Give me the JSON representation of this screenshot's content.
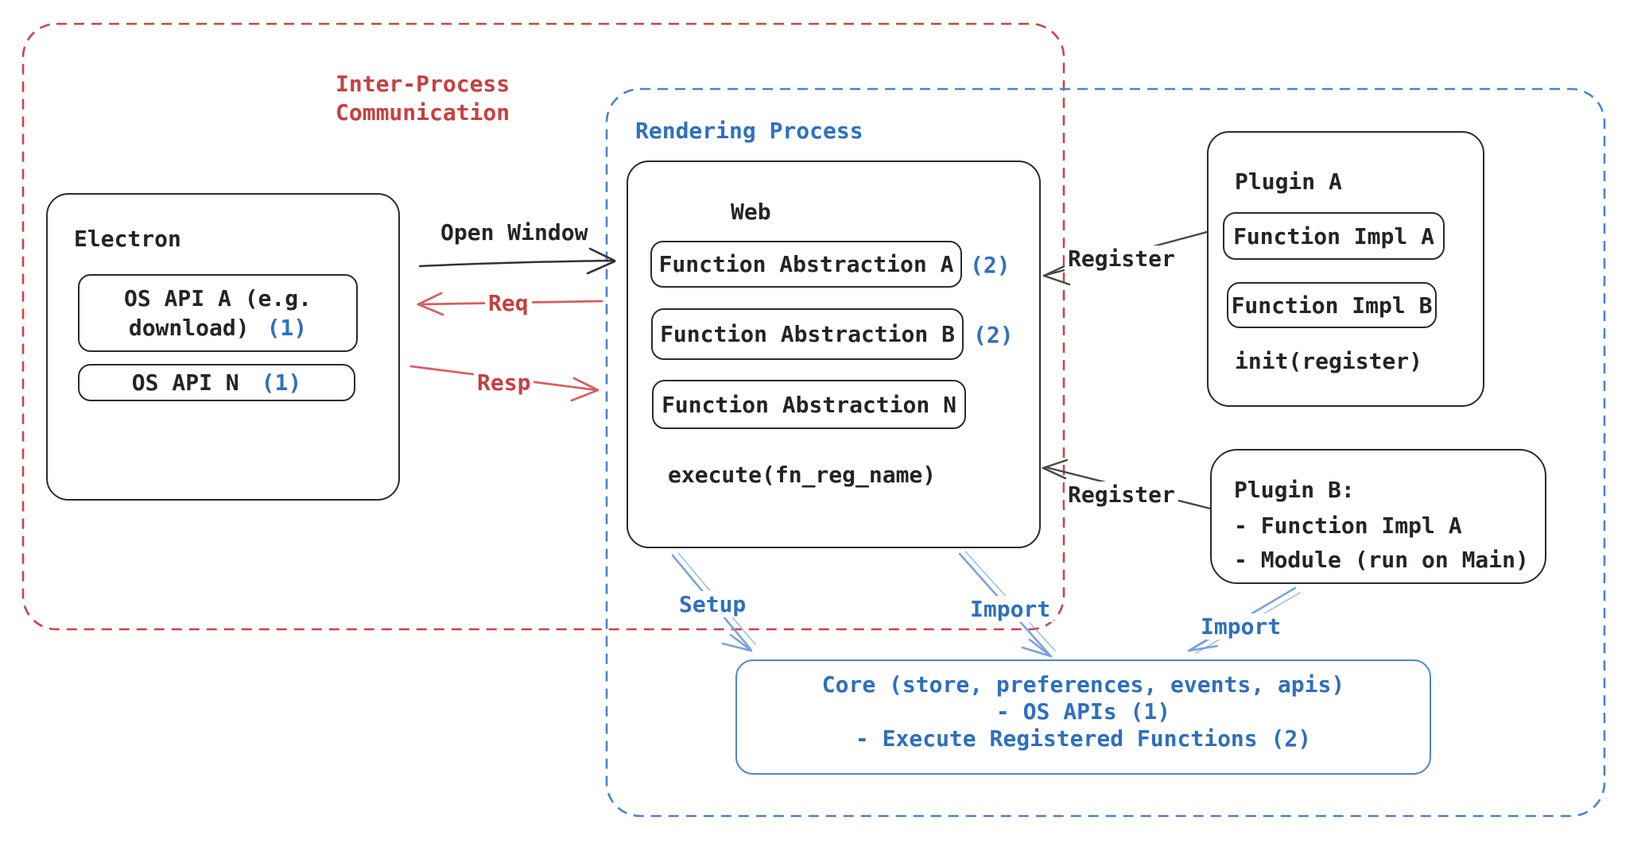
{
  "diagram": {
    "ipc_region": {
      "title_line1": "Inter-Process",
      "title_line2": "Communication"
    },
    "rendering_region": {
      "title": "Rendering Process"
    },
    "electron": {
      "title": "Electron",
      "api_a": {
        "line1": "OS API A (e.g.",
        "line2": "download)",
        "badge": "(1)"
      },
      "api_n": {
        "label": "OS API N",
        "badge": "(1)"
      }
    },
    "web": {
      "title": "Web",
      "abstraction_a": {
        "label": "Function Abstraction A",
        "badge": "(2)"
      },
      "abstraction_b": {
        "label": "Function Abstraction B",
        "badge": "(2)"
      },
      "abstraction_n": {
        "label": "Function Abstraction N"
      },
      "execute": "execute(fn_reg_name)"
    },
    "plugin_a": {
      "title": "Plugin A",
      "impl_a": "Function Impl A",
      "impl_b": "Function Impl B",
      "init": "init(register)"
    },
    "plugin_b": {
      "title": "Plugin B:",
      "item_1": "- Function Impl A",
      "item_2": "- Module (run on Main)"
    },
    "core": {
      "line_1": "Core (store, preferences, events, apis)",
      "line_2": "- OS APIs (1)",
      "line_3": "- Execute Registered Functions (2)"
    },
    "labels": {
      "open_window": "Open Window",
      "req": "Req",
      "resp": "Resp",
      "register_top": "Register",
      "register_bottom": "Register",
      "setup": "Setup",
      "import_mid": "Import",
      "import_right": "Import"
    },
    "colors": {
      "red": "#c64040",
      "red_arrow": "#d56060",
      "blue_text": "#2e70c0",
      "blue_dash": "#4a82cc",
      "blue_arrow": "#79a3dc",
      "ink": "#242424"
    }
  }
}
